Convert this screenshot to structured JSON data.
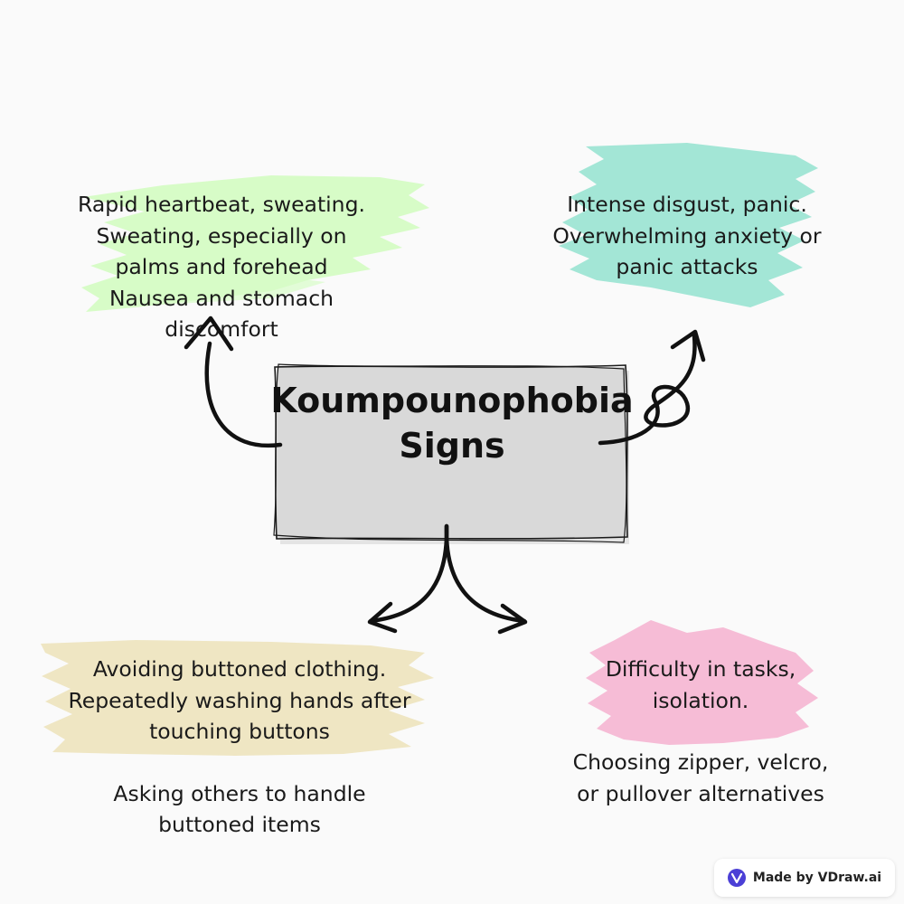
{
  "center": {
    "title_lines": [
      "Koumpounophobia",
      "Signs"
    ]
  },
  "nodes": {
    "top_left": {
      "color": "#d7fcc7",
      "lines": [
        "Rapid heartbeat, sweating.",
        "Sweating, especially on",
        "palms and forehead",
        "Nausea and stomach",
        "discomfort"
      ]
    },
    "top_right": {
      "color": "#a3e6d6",
      "lines": [
        "Intense disgust, panic.",
        "Overwhelming anxiety or",
        "panic attacks"
      ]
    },
    "bottom_left": {
      "color": "#efe6c3",
      "lines": [
        "Avoiding buttoned clothing.",
        "Repeatedly washing hands after",
        "touching buttons"
      ],
      "extra_lines": [
        "Asking others to handle",
        "buttoned items"
      ]
    },
    "bottom_right": {
      "color": "#f6bcd6",
      "lines": [
        "Difficulty in tasks,",
        "isolation."
      ],
      "extra_lines": [
        "Choosing zipper, velcro,",
        "or pullover alternatives"
      ]
    }
  },
  "badge": {
    "text": "Made by VDraw.ai",
    "logo_color": "#4b3fd6"
  }
}
